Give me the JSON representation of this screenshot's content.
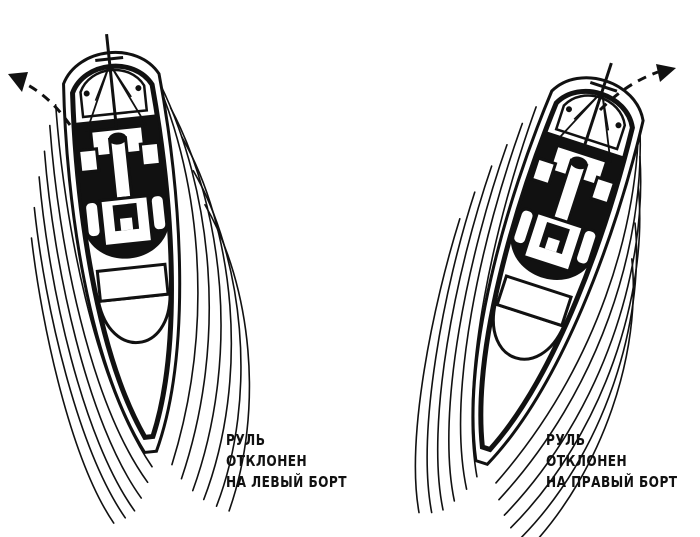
{
  "captions": {
    "left": {
      "line1": "РУЛЬ",
      "line2": "ОТКЛОНЕН",
      "line3": "НА ЛЕВЫЙ БОРТ"
    },
    "right": {
      "line1": "РУЛЬ",
      "line2": "ОТКЛОНЕН",
      "line3": "НА ПРАВЫЙ БОРТ"
    }
  },
  "colors": {
    "ink": "#111111",
    "paper": "#ffffff"
  },
  "icons": {
    "left": "boat-turning-left-illustration",
    "right": "boat-turning-right-illustration"
  }
}
